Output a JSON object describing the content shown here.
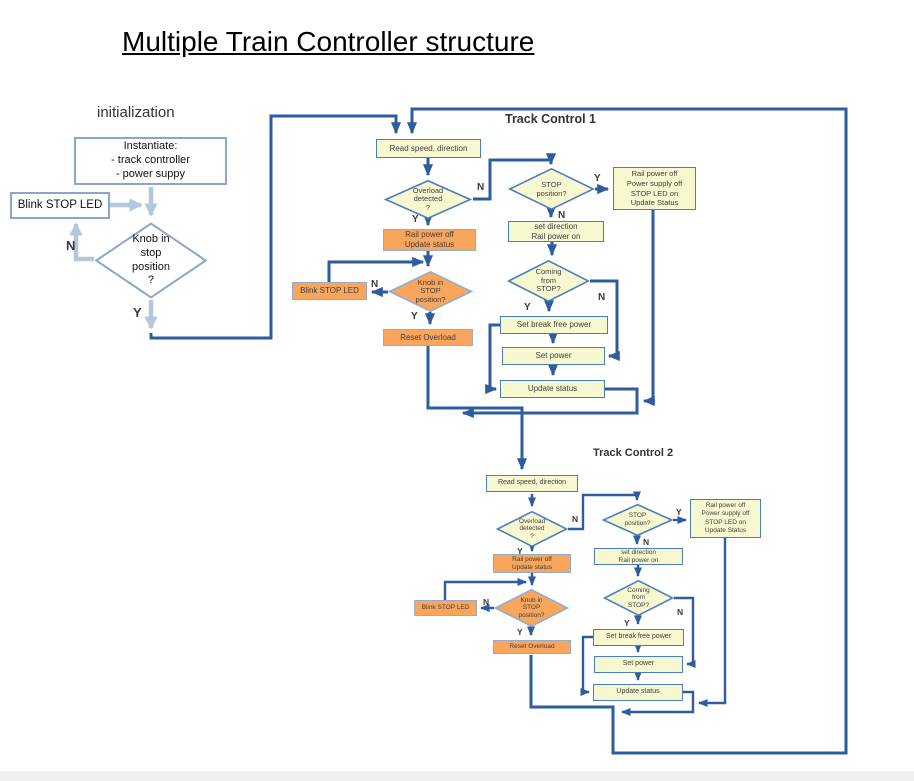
{
  "title": "Multiple Train Controller structure",
  "branch": {
    "yes": "Y",
    "no": "N"
  },
  "colors": {
    "connector_dark": "#2e5c9e",
    "connector_light": "#b4c7dc",
    "node_cream": "#f7f7d0",
    "node_orange": "#f9a65c",
    "node_border_blue": "#4a7ebb",
    "node_border_light": "#8aa7cb"
  },
  "init": {
    "section_label": "initialization",
    "instantiate": "Instantiate:\n- track controller\n- power suppy",
    "blink": "Blink STOP LED",
    "knob": "Knob in\nstop\nposition\n?"
  },
  "tc1": {
    "section_label": "Track Control 1",
    "read_speed": "Read speed, direction",
    "overload": "Overload\ndetected\n?",
    "stop_position": "STOP\nposition?",
    "power_off_all": "Rail power off\nPower supply off\nSTOP LED on\nUpdate Status",
    "set_direction": "set direction\nRail power on",
    "coming_from_stop": "Coming\nfrom\nSTOP?",
    "set_break_free": "Set break free power",
    "set_power": "Set power",
    "update_status": "Update status",
    "rail_power_off": "Rail power off\nUpdate status",
    "knob": "Knob in\nSTOP\nposition?",
    "blink": "Blink STOP LED",
    "reset_overload": "Reset Overload"
  },
  "tc2": {
    "section_label": "Track Control 2",
    "read_speed": "Read speed, direction",
    "overload": "Overload\ndetected\n?",
    "stop_position": "STOP\nposition?",
    "power_off_all": "Rail power off\nPower supply off\nSTOP LED on\nUpdate Status",
    "set_direction": "set direction\nRail power on",
    "coming_from_stop": "Coming\nfrom\nSTOP?",
    "set_break_free": "Set break free power",
    "set_power": "Set power",
    "update_status": "Update status",
    "rail_power_off": "Rail power off\nUpdate status",
    "knob": "Knob in\nSTOP\nposition?",
    "blink": "Blink STOP LED",
    "reset_overload": "Reset Overload"
  }
}
